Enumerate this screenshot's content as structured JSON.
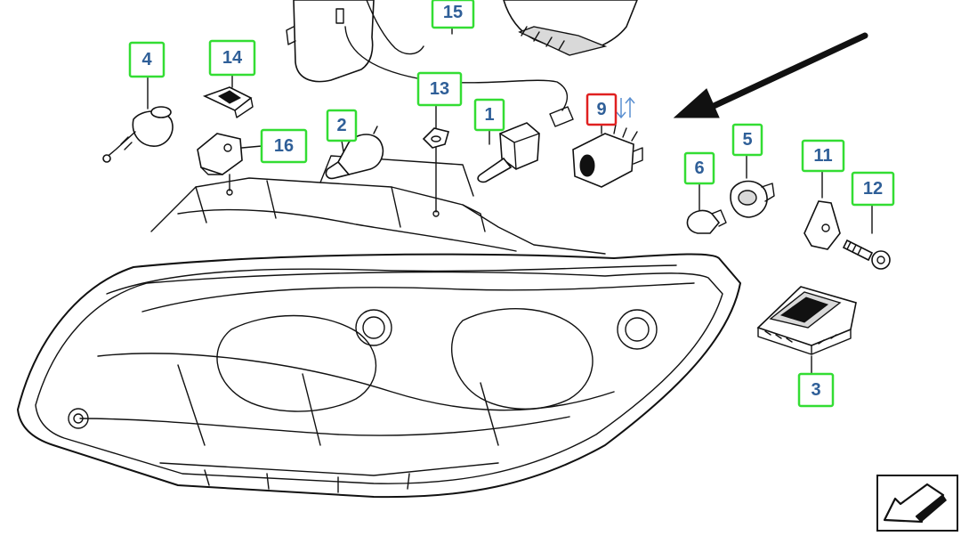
{
  "colors": {
    "label_text": "#2f5f98",
    "label_border_default": "#33dd33",
    "label_border_highlight": "#e02020",
    "line": "#111111",
    "background": "#ffffff"
  },
  "callouts": [
    {
      "id": "1",
      "text": "1",
      "highlight": false
    },
    {
      "id": "2",
      "text": "2",
      "highlight": false
    },
    {
      "id": "3",
      "text": "3",
      "highlight": false
    },
    {
      "id": "4",
      "text": "4",
      "highlight": false
    },
    {
      "id": "5",
      "text": "5",
      "highlight": false
    },
    {
      "id": "6",
      "text": "6",
      "highlight": false
    },
    {
      "id": "9",
      "text": "9",
      "highlight": true
    },
    {
      "id": "11",
      "text": "11",
      "highlight": false
    },
    {
      "id": "12",
      "text": "12",
      "highlight": false
    },
    {
      "id": "13",
      "text": "13",
      "highlight": false
    },
    {
      "id": "14",
      "text": "14",
      "highlight": false
    },
    {
      "id": "15",
      "text": "15",
      "highlight": false
    },
    {
      "id": "16",
      "text": "16",
      "highlight": false
    }
  ],
  "icons": {
    "pointer_arrow": "arrow-pointing-to-part-9",
    "nav_corner": "return-arrow-icon",
    "swap_marker": "double-arrow-icon"
  }
}
